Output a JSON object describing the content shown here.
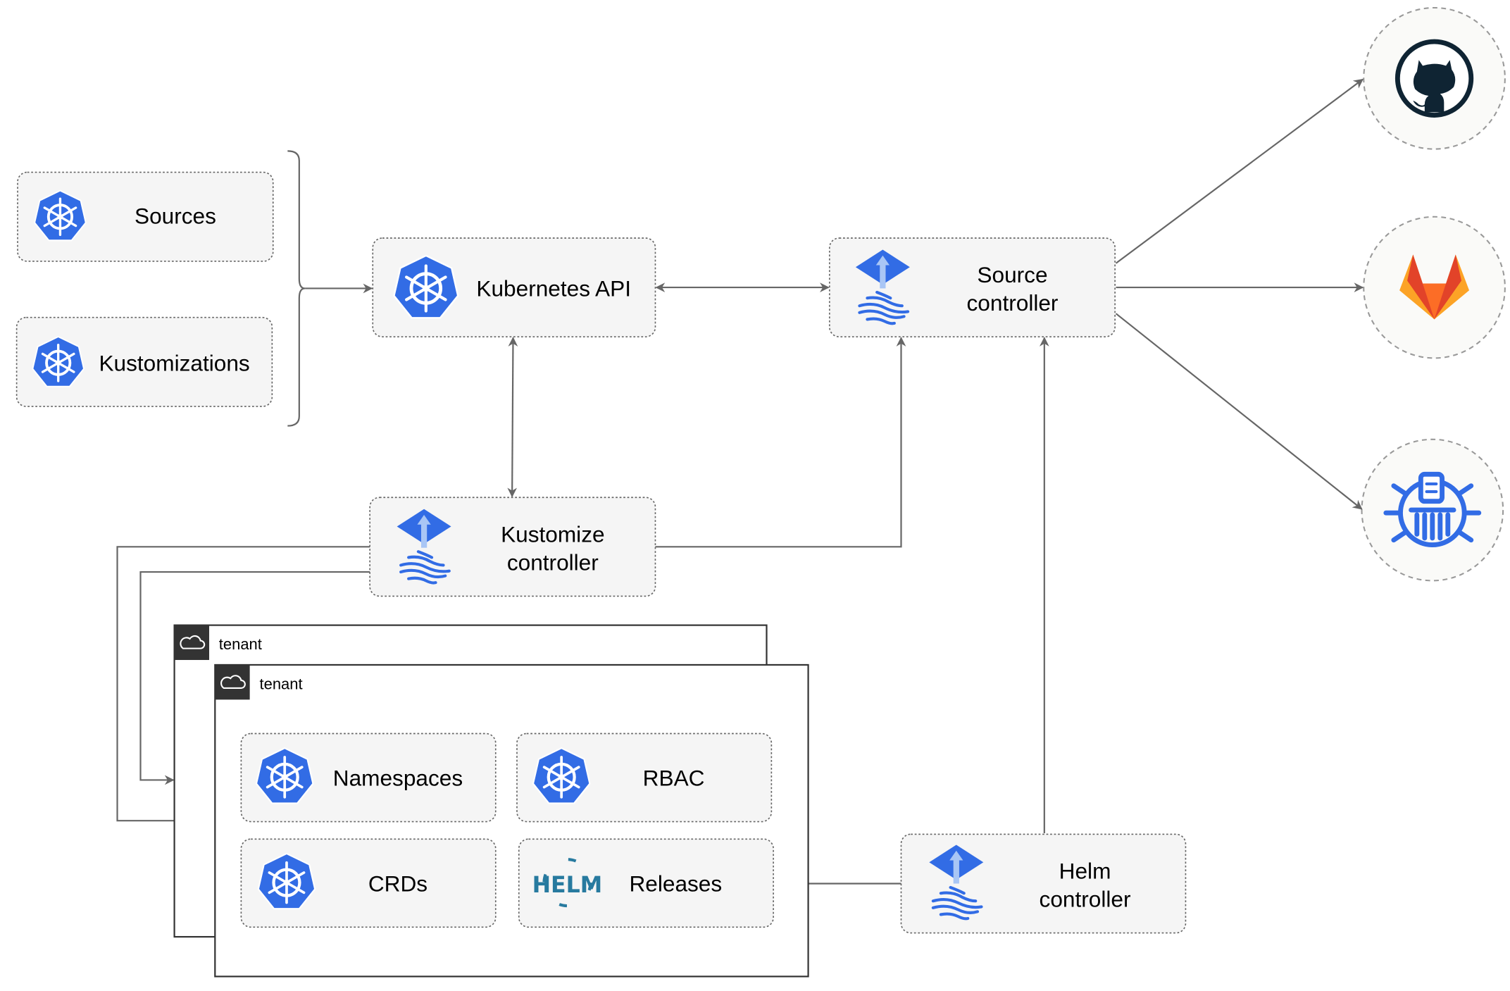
{
  "nodes": {
    "sources": "Sources",
    "kustomizations": "Kustomizations",
    "kubernetes_api": "Kubernetes API",
    "source_controller": [
      "Source",
      "controller"
    ],
    "kustomize_controller": [
      "Kustomize",
      "controller"
    ],
    "helm_controller": [
      "Helm",
      "controller"
    ],
    "namespaces": "Namespaces",
    "rbac": "RBAC",
    "crds": "CRDs",
    "releases": "Releases",
    "helm_logo_text": "HELM"
  },
  "tenants": [
    {
      "label": "tenant"
    },
    {
      "label": "tenant"
    }
  ],
  "external_sources": [
    {
      "icon": "github-icon"
    },
    {
      "icon": "gitlab-icon"
    },
    {
      "icon": "helm-repository-icon"
    }
  ],
  "colors": {
    "kubernetes_blue": "#326ce5",
    "flux_blue": "#326ce5",
    "gitlab_orange": "#e24329",
    "github_dark": "#0f2433",
    "helm_teal": "#277a9f",
    "box_fill": "#f5f5f5",
    "edge": "#666666"
  }
}
